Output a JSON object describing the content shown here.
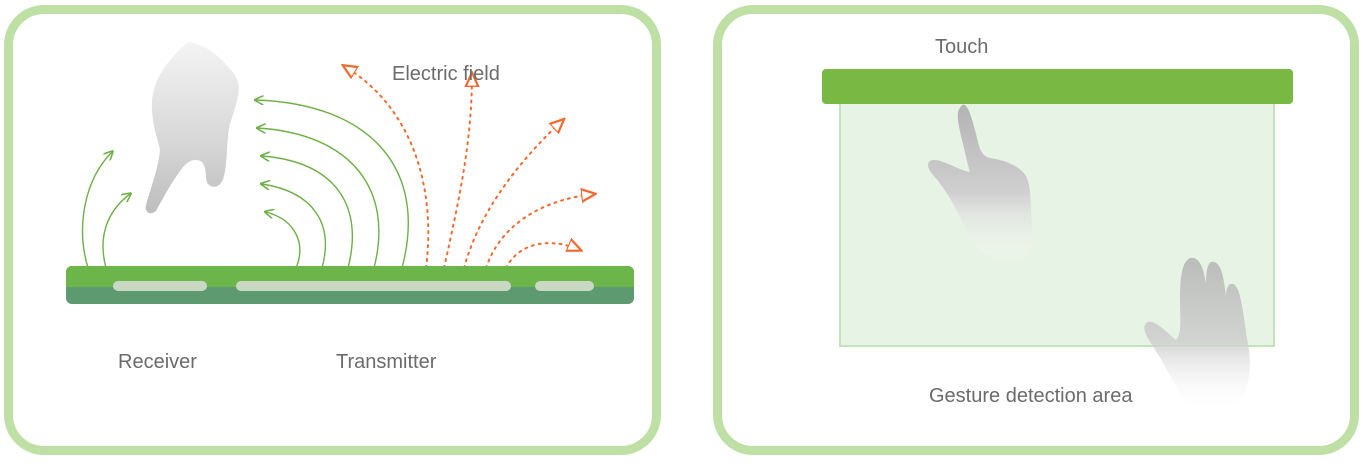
{
  "left_panel": {
    "electric_field_label": "Electric field",
    "receiver_label": "Receiver",
    "transmitter_label": "Transmitter"
  },
  "right_panel": {
    "touch_label": "Touch",
    "gesture_area_label": "Gesture detection area"
  },
  "colors": {
    "panel_border": "#bfe0a4",
    "board_top": "#6cb54a",
    "board_bottom": "#5e9a70",
    "field_lines_receiver": "#6db046",
    "field_lines_transmitter": "#f26a2f",
    "touch_bar": "#7ab844",
    "detection_area_fill": "#e7f3e5",
    "detection_area_border": "#c3e3bd"
  }
}
